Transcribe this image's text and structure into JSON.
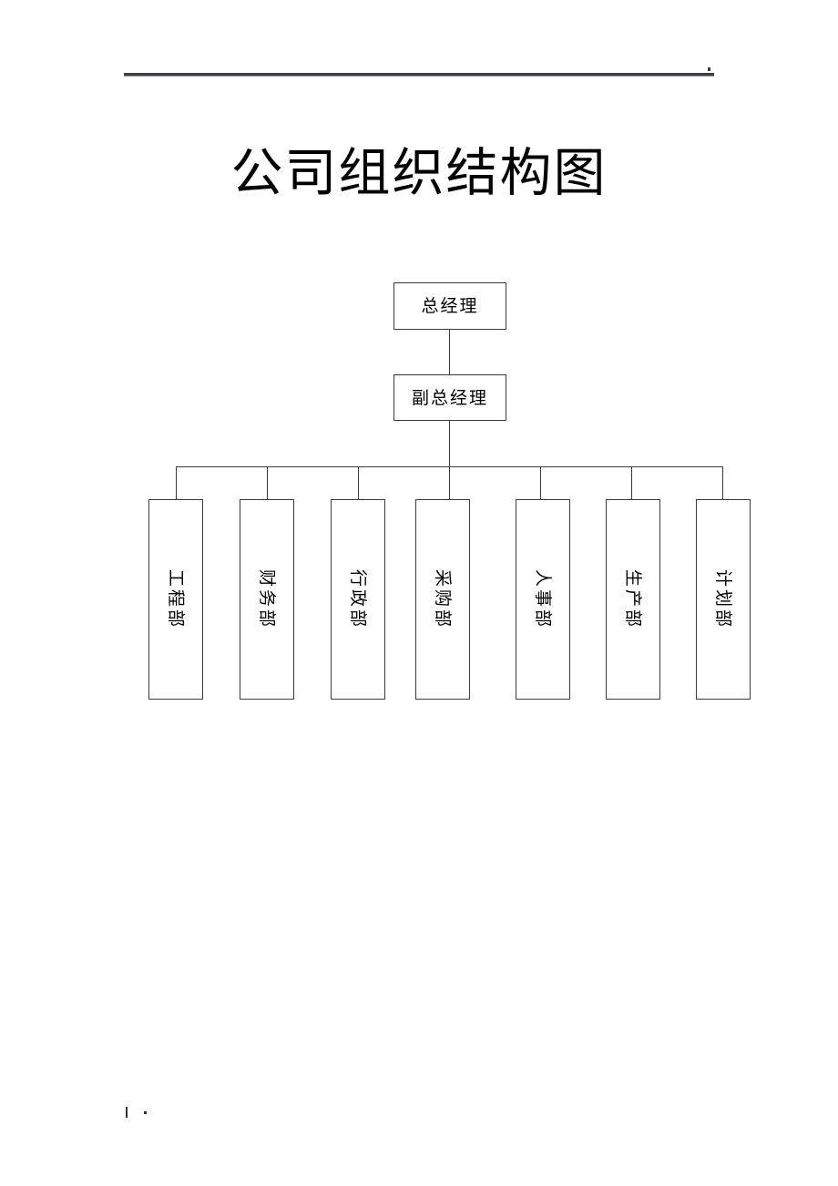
{
  "document": {
    "title": "公司组织结构图",
    "header_rule": true,
    "page_background": "#ffffff",
    "line_color": "#3a3a3f",
    "text_color": "#000000"
  },
  "chart_data": {
    "type": "diagram",
    "diagram_kind": "organization-chart",
    "title": "公司组织结构图",
    "orientation": "top-down",
    "nodes": [
      {
        "id": "gm",
        "label": "总经理",
        "level": 0,
        "orientation": "horizontal"
      },
      {
        "id": "dgm",
        "label": "副总经理",
        "level": 1,
        "orientation": "horizontal"
      },
      {
        "id": "d1",
        "label": "工程部",
        "level": 2,
        "orientation": "vertical"
      },
      {
        "id": "d2",
        "label": "财务部",
        "level": 2,
        "orientation": "vertical"
      },
      {
        "id": "d3",
        "label": "行政部",
        "level": 2,
        "orientation": "vertical"
      },
      {
        "id": "d4",
        "label": "采购部",
        "level": 2,
        "orientation": "vertical"
      },
      {
        "id": "d5",
        "label": "人事部",
        "level": 2,
        "orientation": "vertical"
      },
      {
        "id": "d6",
        "label": "生产部",
        "level": 2,
        "orientation": "vertical"
      },
      {
        "id": "d7",
        "label": "计划部",
        "level": 2,
        "orientation": "vertical"
      }
    ],
    "edges": [
      {
        "from": "gm",
        "to": "dgm"
      },
      {
        "from": "dgm",
        "to": "d1"
      },
      {
        "from": "dgm",
        "to": "d2"
      },
      {
        "from": "dgm",
        "to": "d3"
      },
      {
        "from": "dgm",
        "to": "d4"
      },
      {
        "from": "dgm",
        "to": "d5"
      },
      {
        "from": "dgm",
        "to": "d6"
      },
      {
        "from": "dgm",
        "to": "d7"
      }
    ],
    "department_count": 7
  },
  "executives": [
    {
      "label": "总经理"
    },
    {
      "label": "副总经理"
    }
  ],
  "departments": [
    {
      "label": "工程部"
    },
    {
      "label": "财务部"
    },
    {
      "label": "行政部"
    },
    {
      "label": "采购部"
    },
    {
      "label": "人事部"
    },
    {
      "label": "生产部"
    },
    {
      "label": "计划部"
    }
  ]
}
